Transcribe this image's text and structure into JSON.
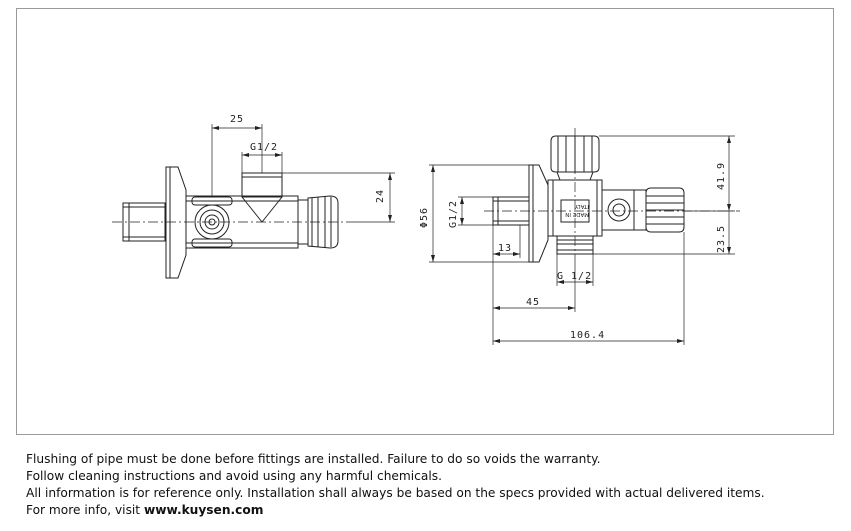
{
  "drawing": {
    "left_view": {
      "dim_offset": "25",
      "dim_thread": "G1/2",
      "dim_height": "24"
    },
    "right_view": {
      "dim_diameter": "Φ56",
      "dim_thread_side": "G1/2",
      "dim_13": "13",
      "dim_thread_bottom": "G 1/2",
      "dim_45": "45",
      "dim_total": "106.4",
      "dim_upper": "41.9",
      "dim_lower": "23.5",
      "stamp_line1": "ITALY",
      "stamp_line2": "MADE IN"
    }
  },
  "notes": {
    "line1": "Flushing of pipe must be done before fittings are installed. Failure to do so voids the warranty.",
    "line2": "Follow cleaning instructions and avoid using any harmful chemicals.",
    "line3": "All information is for reference only. Installation shall always be based on the specs provided with actual delivered items.",
    "line4_prefix": "For more info, visit ",
    "line4_link": "www.kuysen.com"
  }
}
